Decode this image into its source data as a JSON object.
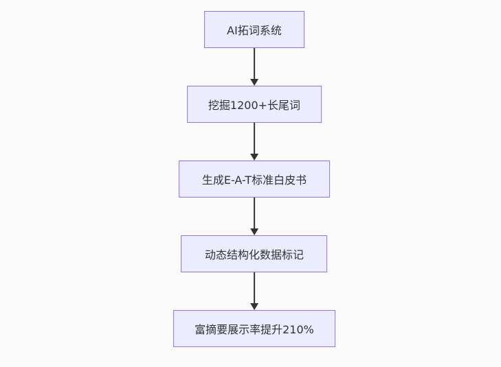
{
  "page": {
    "background_color": "#fafafa"
  },
  "flowchart": {
    "type": "vertical-flow",
    "node_fill_color": "#ececff",
    "node_border_color": "#9370db",
    "node_text_color": "#333333",
    "arrow_color": "#333333",
    "nodes": [
      {
        "label": "AI拓词系统"
      },
      {
        "label": "挖掘1200+长尾词"
      },
      {
        "label": "生成E-A-T标准白皮书"
      },
      {
        "label": "动态结构化数据标记"
      },
      {
        "label": "富摘要展示率提升210%"
      }
    ]
  }
}
